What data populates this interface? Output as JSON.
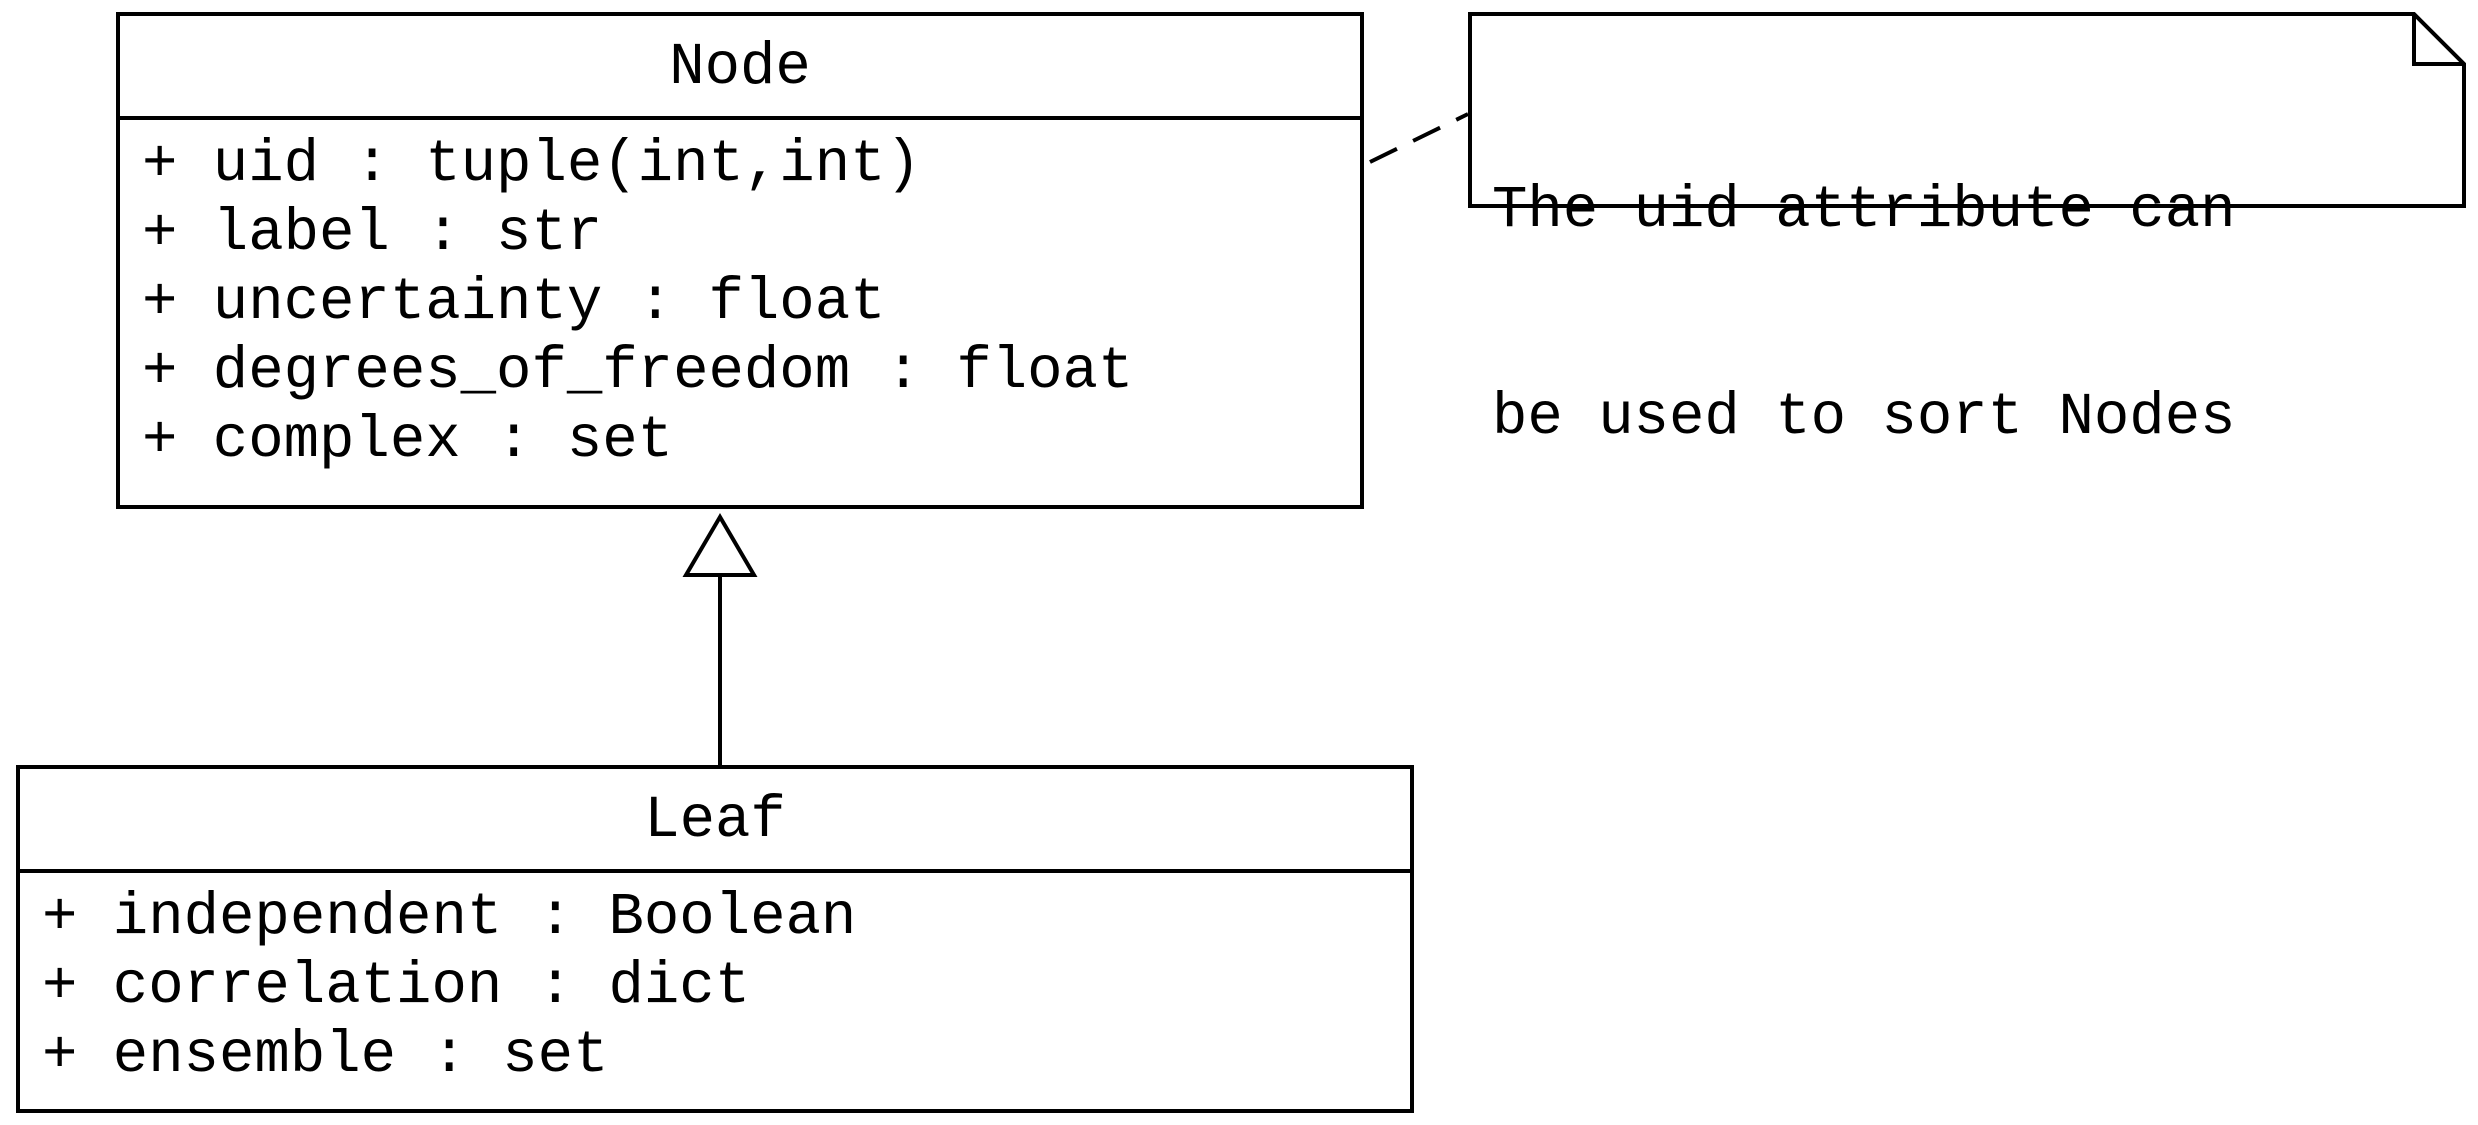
{
  "classes": {
    "node": {
      "name": "Node",
      "attributes": [
        "+ uid : tuple(int,int)",
        "+ label : str",
        "+ uncertainty : float",
        "+ degrees_of_freedom : float",
        "+ complex : set"
      ]
    },
    "leaf": {
      "name": "Leaf",
      "attributes": [
        "+ independent : Boolean",
        "+ correlation : dict",
        "+ ensemble : set"
      ]
    }
  },
  "note": {
    "lines": [
      "The uid attribute can",
      "be used to sort Nodes"
    ]
  },
  "relations": [
    {
      "type": "generalization",
      "from": "Leaf",
      "to": "Node"
    },
    {
      "type": "note-anchor",
      "from": "note",
      "to": "Node"
    }
  ]
}
